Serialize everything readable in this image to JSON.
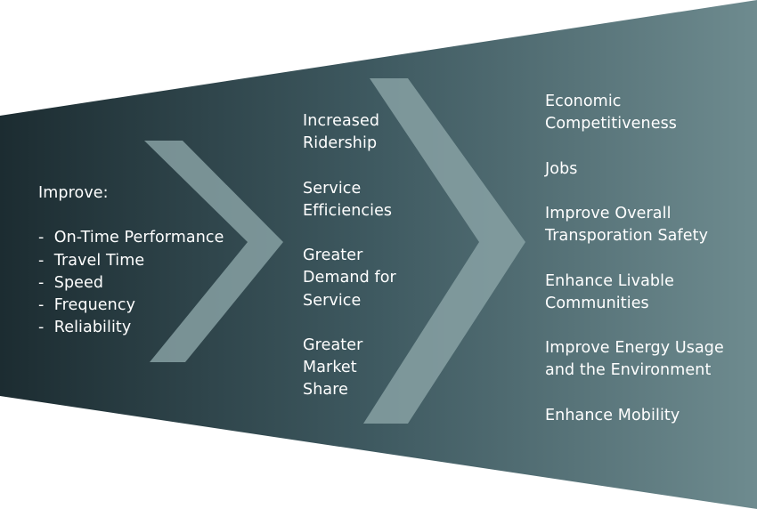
{
  "colors": {
    "funnel_dark": "#1c2c31",
    "funnel_mid": "#3f5a61",
    "funnel_light": "#6e8b8f",
    "chevron": "#8aa3a6",
    "text": "#ffffff"
  },
  "left_column": {
    "heading": "Improve:",
    "bullets": [
      "-  On-Time Performance",
      "-  Travel Time",
      "-  Speed",
      "-  Frequency",
      "-  Reliability"
    ]
  },
  "middle_column": {
    "items": [
      "Increased\nRidership",
      "Service\nEfficiencies",
      "Greater\nDemand for\nService",
      "Greater\nMarket\nShare"
    ]
  },
  "right_column": {
    "items": [
      "Economic\nCompetitiveness",
      "Jobs",
      "Improve Overall\nTransporation Safety",
      "Enhance Livable\nCommunities",
      "Improve Energy Usage\nand the Environment",
      "Enhance Mobility"
    ]
  }
}
